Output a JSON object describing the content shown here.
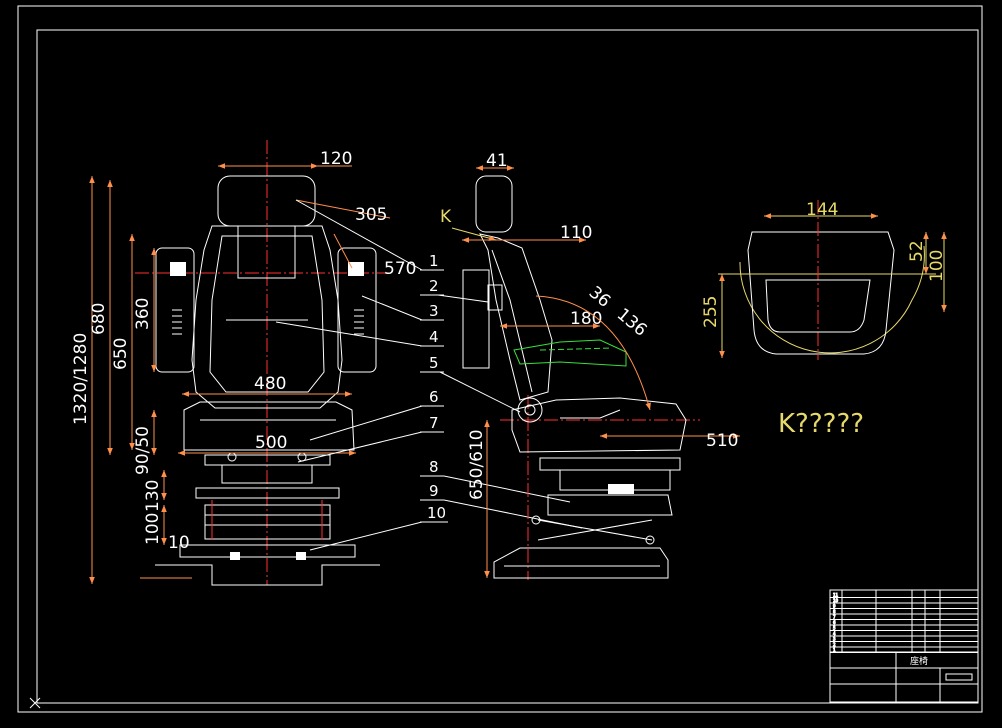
{
  "view_k_title": "K?????",
  "view_k_marker": "K",
  "dimensions": {
    "front_120": "120",
    "front_305": "305",
    "front_570": "570",
    "front_480": "480",
    "front_500": "500",
    "front_680": "680",
    "front_360": "360",
    "front_650": "650",
    "front_1320_1280": "1320/1280",
    "front_90_50": "90/50",
    "front_130": "130",
    "front_100": "100",
    "front_10": "10",
    "side_41": "41",
    "side_110": "110",
    "side_180": "180",
    "side_36": "36",
    "side_136": "136",
    "side_510": "510",
    "side_650_610": "650/610",
    "k_144": "144",
    "k_52": "52",
    "k_100": "100",
    "k_255": "255"
  },
  "part_numbers": [
    "1",
    "2",
    "3",
    "4",
    "5",
    "6",
    "7",
    "8",
    "9",
    "10"
  ],
  "title_block": {
    "row_numbers": [
      "11",
      "10",
      "9",
      "8",
      "7",
      "6",
      "5",
      "4",
      "3",
      "2",
      "1"
    ],
    "drawing_name": "座椅"
  },
  "colors": {
    "background": "#000000",
    "border": "#ffffff",
    "dimension": "#ff8f4a",
    "centerline": "#ff3030",
    "view_k": "#e6d96a",
    "hidden": "#3adf3a"
  }
}
